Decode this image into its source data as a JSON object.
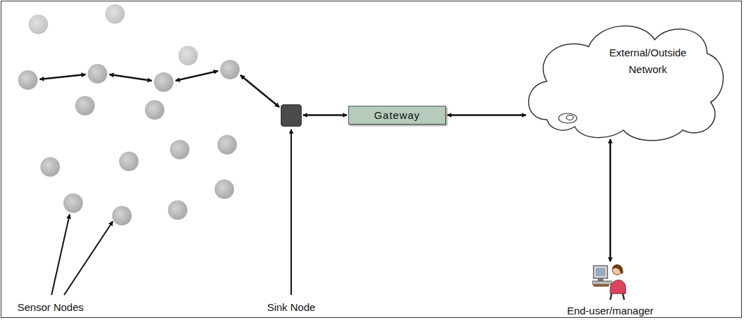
{
  "diagram": {
    "nodes": [
      {
        "text": [
          "Sink Node"
        ]
      },
      {
        "text": [
          "Gateway"
        ]
      },
      {
        "text": [
          "External/Outside Network"
        ]
      },
      {
        "text": [
          "End-user/manager"
        ]
      }
    ],
    "edges": [
      {
        "from": 0,
        "to": 1,
        "arrow": "both"
      },
      {
        "from": 1,
        "to": 2,
        "arrow": "both"
      },
      {
        "from": 2,
        "to": 3,
        "arrow": "both"
      }
    ],
    "labels": [
      "Sensor Nodes"
    ]
  }
}
